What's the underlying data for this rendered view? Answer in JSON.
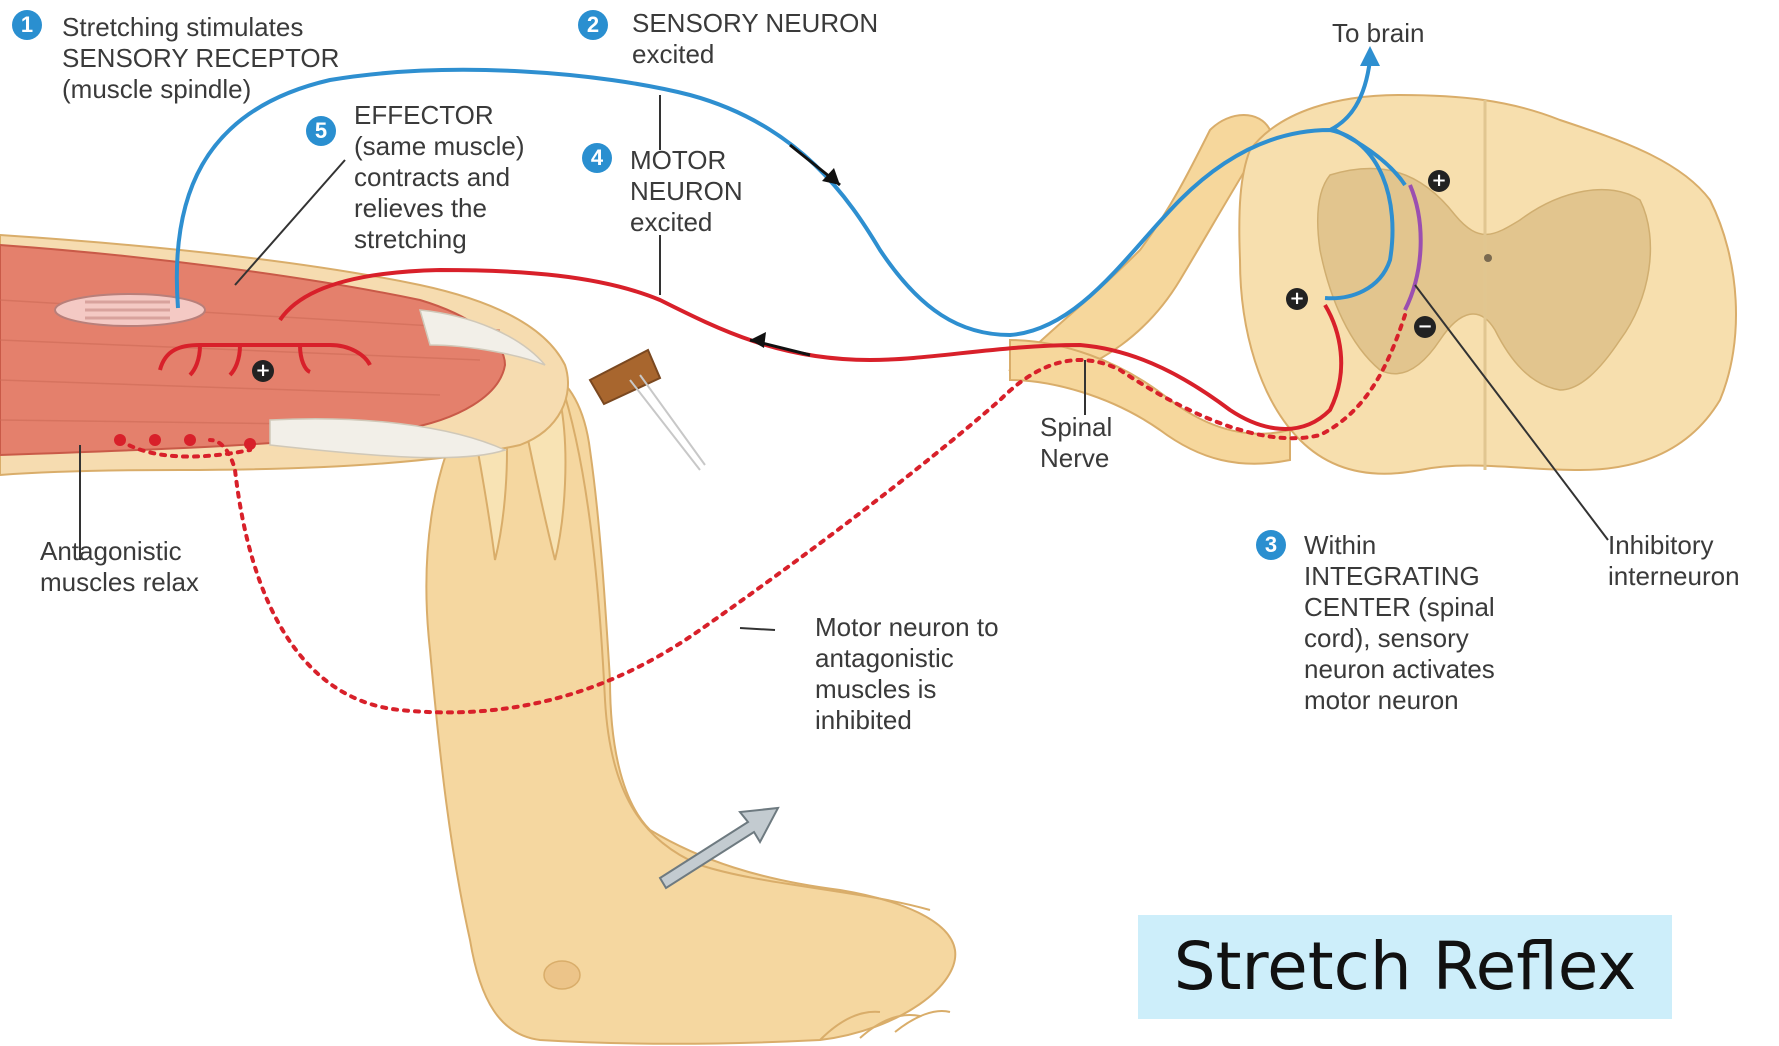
{
  "title": "Stretch Reflex",
  "steps": [
    {
      "num": "1",
      "text": "Stretching stimulates\nSENSORY RECEPTOR\n(muscle spindle)"
    },
    {
      "num": "2",
      "text": "SENSORY NEURON\nexcited"
    },
    {
      "num": "3",
      "text": "Within\nINTEGRATING\nCENTER (spinal\ncord), sensory\nneuron activates\nmotor neuron"
    },
    {
      "num": "4",
      "text": "MOTOR\nNEURON\nexcited"
    },
    {
      "num": "5",
      "text": "EFFECTOR\n(same muscle)\ncontracts and\nrelieves the\nstretching"
    }
  ],
  "labels": {
    "to_brain": "To brain",
    "spinal_nerve": "Spinal\nNerve",
    "antagonistic": "Antagonistic\nmuscles relax",
    "motor_inhibited": "Motor neuron to\nantagonistic\nmuscles is\ninhibited",
    "inhibitory": "Inhibitory\ninterneuron"
  },
  "signs": {
    "plus": "+",
    "minus": "−"
  },
  "colors": {
    "sensory_neuron": "#2e8fd0",
    "motor_neuron": "#d8202a",
    "interneuron": "#9b4fb0",
    "step_badge": "#2a8fd0",
    "title_background": "#cdeefa",
    "muscle": "#e4806c",
    "skin": "#f4d49a",
    "spinal_gray_matter": "#e2c58e"
  }
}
